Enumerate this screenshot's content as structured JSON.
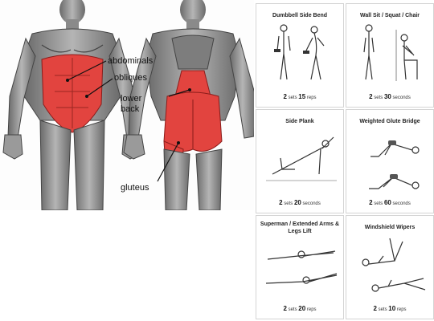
{
  "labels": {
    "abdominals": "abdominals",
    "obliques": "obliques",
    "lower_back_1": "lower",
    "lower_back_2": "back",
    "gluteus": "gluteus"
  },
  "exercises": [
    {
      "title": "Dumbbell Side Bend",
      "sets_num": "2",
      "sets_word": "sets",
      "count": "15",
      "unit": "reps"
    },
    {
      "title": "Wall Sit / Squat / Chair",
      "sets_num": "2",
      "sets_word": "sets",
      "count": "30",
      "unit": "seconds"
    },
    {
      "title": "Side Plank",
      "sets_num": "2",
      "sets_word": "sets",
      "count": "20",
      "unit": "seconds"
    },
    {
      "title": "Weighted Glute Bridge",
      "sets_num": "2",
      "sets_word": "sets",
      "count": "60",
      "unit": "seconds"
    },
    {
      "title": "Superman / Extended Arms & Legs Lift",
      "sets_num": "2",
      "sets_word": "sets",
      "count": "20",
      "unit": "reps"
    },
    {
      "title": "Windshield Wipers",
      "sets_num": "2",
      "sets_word": "sets",
      "count": "10",
      "unit": "reps"
    }
  ],
  "colors": {
    "muscle": "#e2443f",
    "body": "#8c8c8c",
    "body_dark": "#5a5a5a"
  }
}
